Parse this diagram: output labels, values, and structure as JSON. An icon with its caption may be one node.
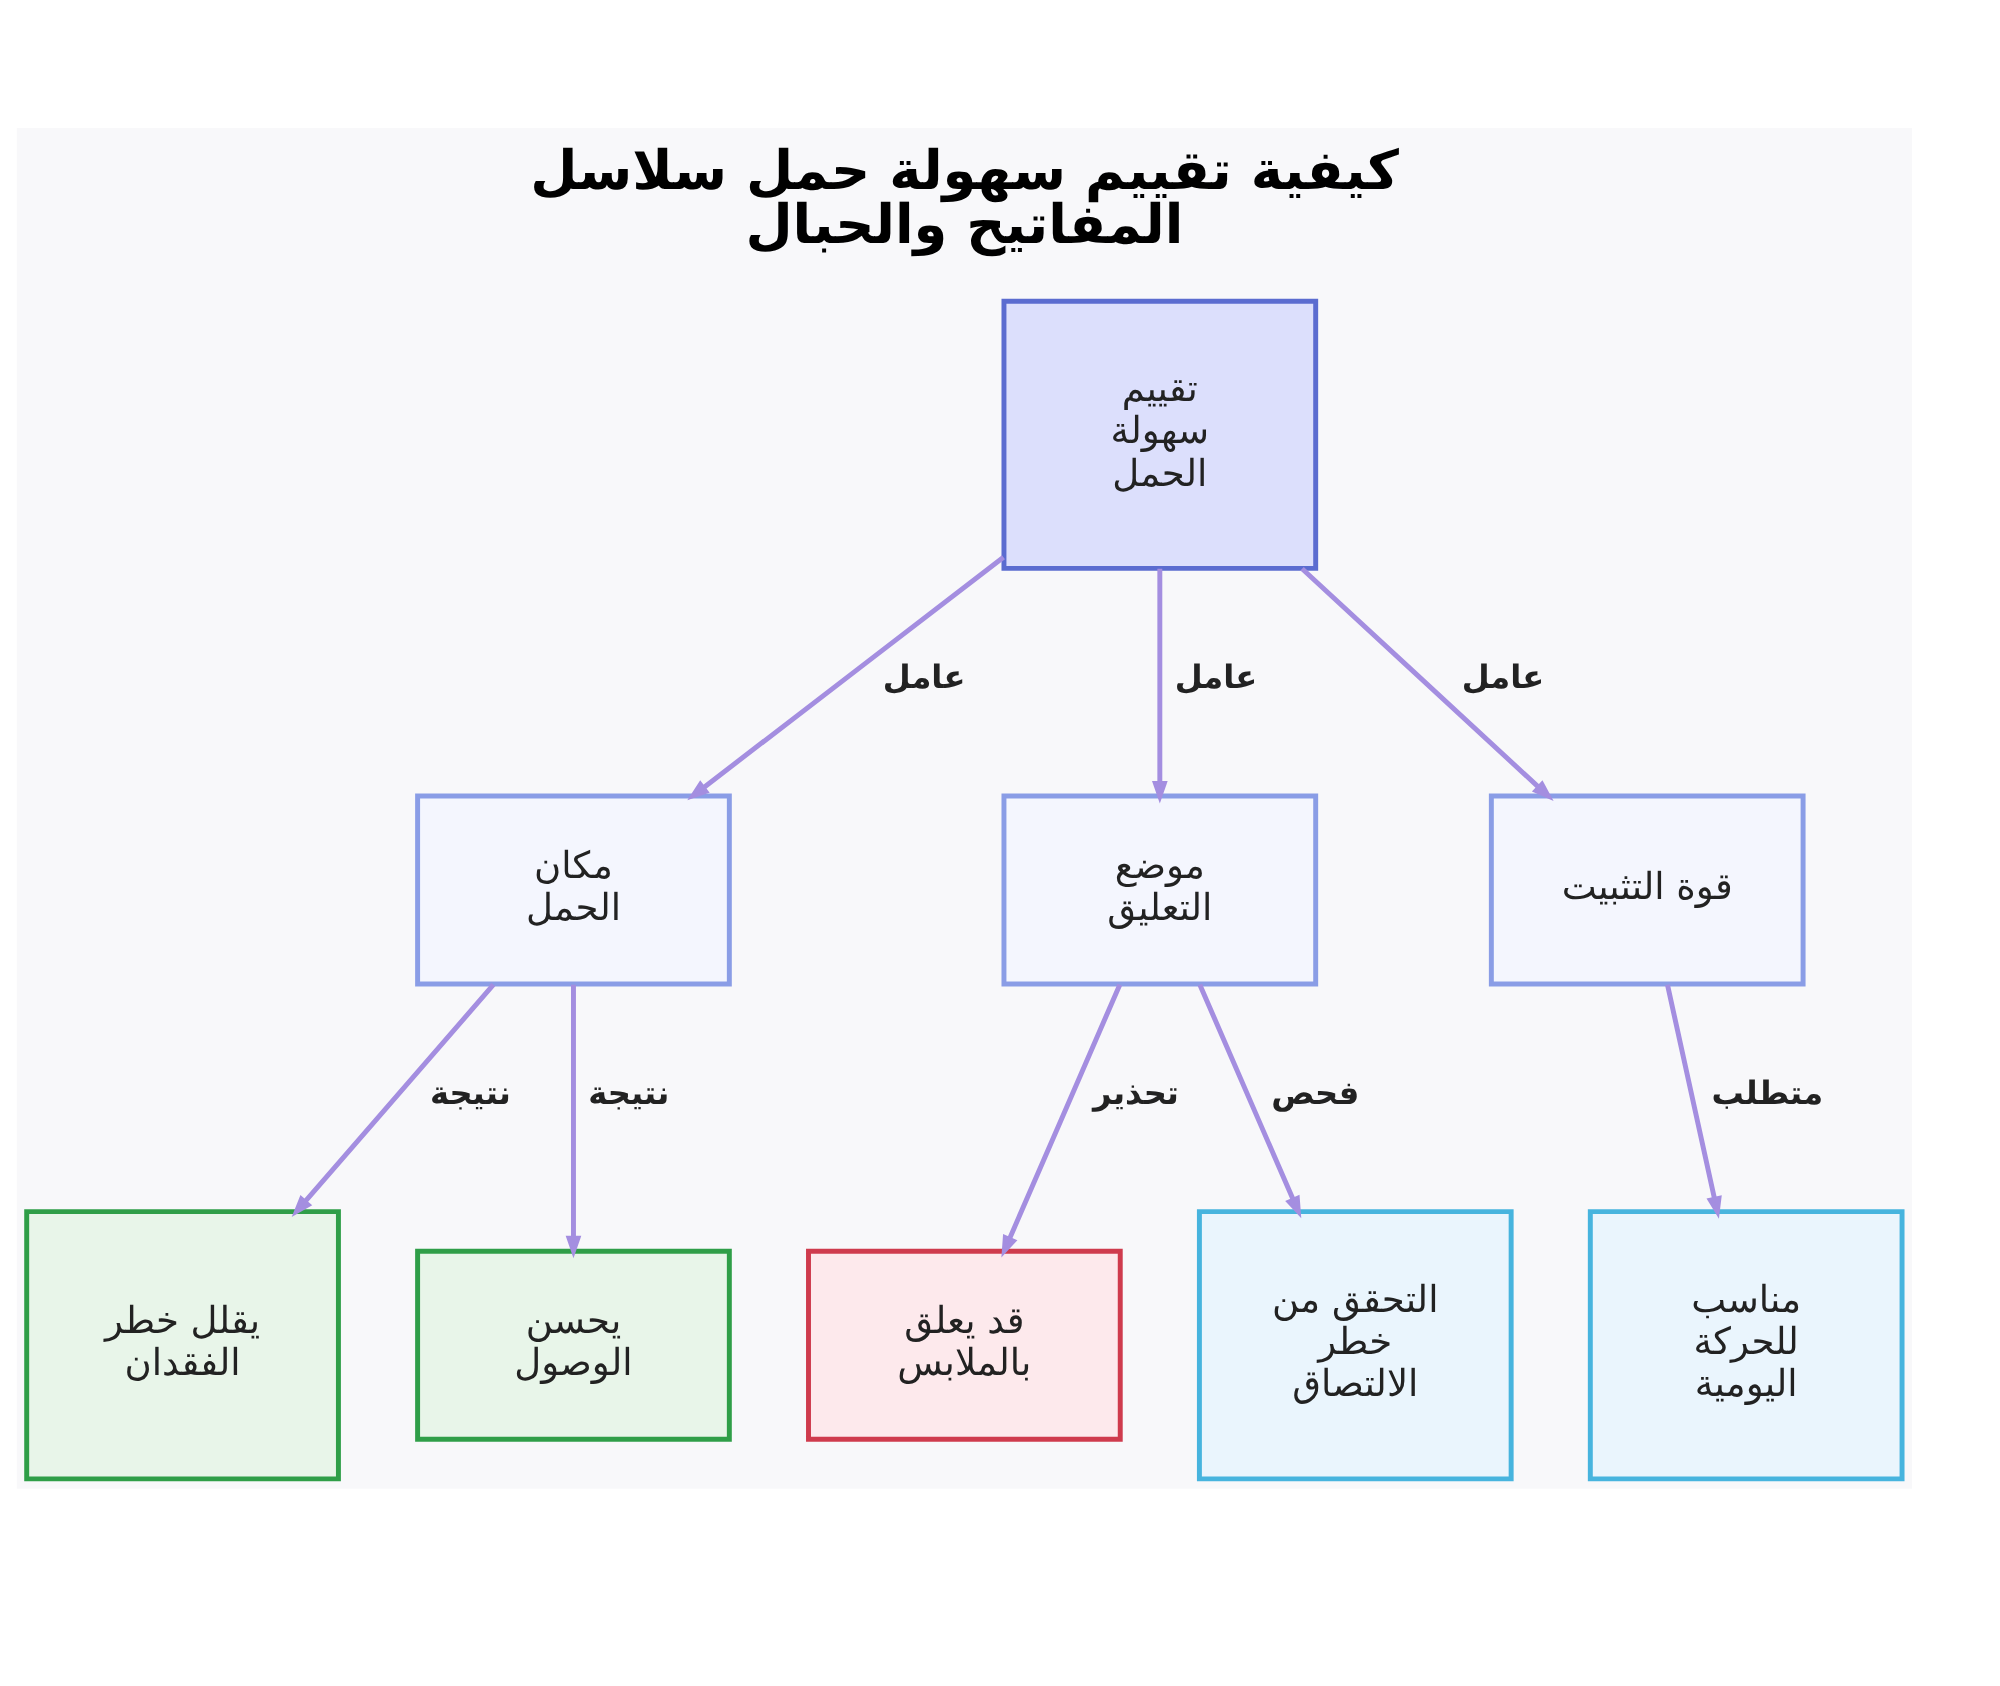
{
  "diagram": {
    "title": "كيفية تقييم سهولة حمل سلاسل المفاتيح والحبال",
    "nodes": [
      {
        "text": [
          "تقييم سهولة الحمل"
        ]
      },
      {
        "text": [
          "مكان الحمل"
        ]
      },
      {
        "text": [
          "موضع التعليق"
        ]
      },
      {
        "text": [
          "قوة التثبيت"
        ]
      },
      {
        "text": [
          "يقلل خطر الفقدان"
        ]
      },
      {
        "text": [
          "يحسن الوصول"
        ]
      },
      {
        "text": [
          "قد يعلق بالملابس"
        ]
      },
      {
        "text": [
          "التحقق من خطر الالتصاق"
        ]
      },
      {
        "text": [
          "مناسب للحركة اليومية"
        ]
      }
    ],
    "edges": [
      {
        "from": 0,
        "to": 1,
        "arrow": "to",
        "label": "عامل"
      },
      {
        "from": 0,
        "to": 2,
        "arrow": "to",
        "label": "عامل"
      },
      {
        "from": 0,
        "to": 3,
        "arrow": "to",
        "label": "عامل"
      },
      {
        "from": 1,
        "to": 4,
        "arrow": "to",
        "label": "نتيجة"
      },
      {
        "from": 1,
        "to": 5,
        "arrow": "to",
        "label": "نتيجة"
      },
      {
        "from": 2,
        "to": 6,
        "arrow": "to",
        "label": "تحذير"
      },
      {
        "from": 2,
        "to": 7,
        "arrow": "to",
        "label": "فحص"
      },
      {
        "from": 3,
        "to": 8,
        "arrow": "to",
        "label": "متطلب"
      }
    ]
  }
}
